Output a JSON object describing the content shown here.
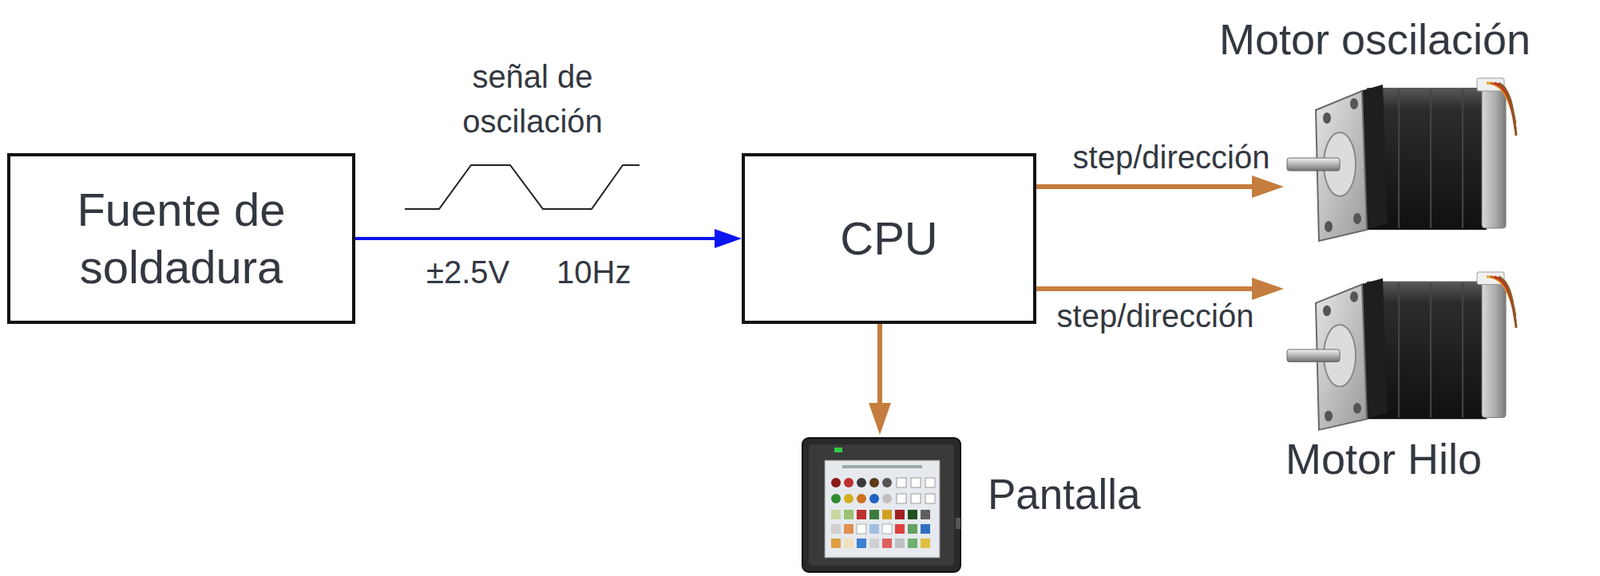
{
  "diagram": {
    "nodes": [
      {
        "text": [
          "Fuente de soldadura"
        ]
      },
      {
        "text": [
          "CPU"
        ]
      },
      {
        "text": [
          "Motor oscilación"
        ]
      },
      {
        "text": [
          "Motor Hilo"
        ]
      },
      {
        "text": [
          "Pantalla"
        ]
      }
    ],
    "edges": [
      {
        "from": 0,
        "to": 1,
        "arrow": "to",
        "label": "señal de oscilación"
      },
      {
        "from": 1,
        "to": 2,
        "arrow": "to",
        "label": "step/dirección"
      },
      {
        "from": 1,
        "to": 3,
        "arrow": "to",
        "label": "step/dirección"
      },
      {
        "from": 1,
        "to": 4,
        "arrow": "to"
      }
    ],
    "labels": [
      "±2.5V",
      "10Hz"
    ]
  }
}
